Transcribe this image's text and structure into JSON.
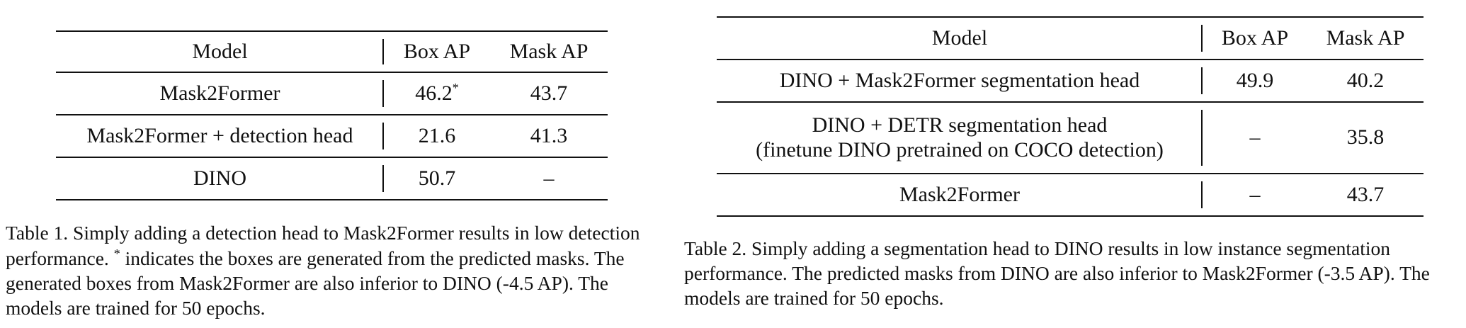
{
  "table1": {
    "headers": [
      "Model",
      "Box AP",
      "Mask AP"
    ],
    "rows": [
      {
        "model": "Mask2Former",
        "box_ap": "46.2",
        "box_ap_mark": "*",
        "mask_ap": "43.7"
      },
      {
        "model": "Mask2Former + detection head",
        "box_ap": "21.6",
        "mask_ap": "41.3"
      },
      {
        "model": "DINO",
        "box_ap": "50.7",
        "mask_ap": "–"
      }
    ],
    "caption": {
      "part1": "Table 1.  Simply adding a detection head to Mask2Former results in low detection performance. ",
      "mark": "*",
      "part2": " indicates the boxes are generated from the predicted masks. The generated boxes from Mask2Former are also inferior to DINO (-4.5 AP). The models are trained for 50 epochs."
    }
  },
  "table2": {
    "headers": [
      "Model",
      "Box AP",
      "Mask AP"
    ],
    "rows": [
      {
        "model_line1": "DINO + Mask2Former segmentation head",
        "box_ap": "49.9",
        "mask_ap": "40.2"
      },
      {
        "model_line1": "DINO + DETR segmentation head",
        "model_line2": "(finetune DINO pretrained on COCO detection)",
        "box_ap": "–",
        "mask_ap": "35.8"
      },
      {
        "model_line1": "Mask2Former",
        "box_ap": "–",
        "mask_ap": "43.7"
      }
    ],
    "caption": "Table 2. Simply adding a segmentation head to DINO results in low instance segmentation performance. The predicted masks from DINO are also inferior to Mask2Former (-3.5 AP). The models are trained for 50 epochs."
  }
}
